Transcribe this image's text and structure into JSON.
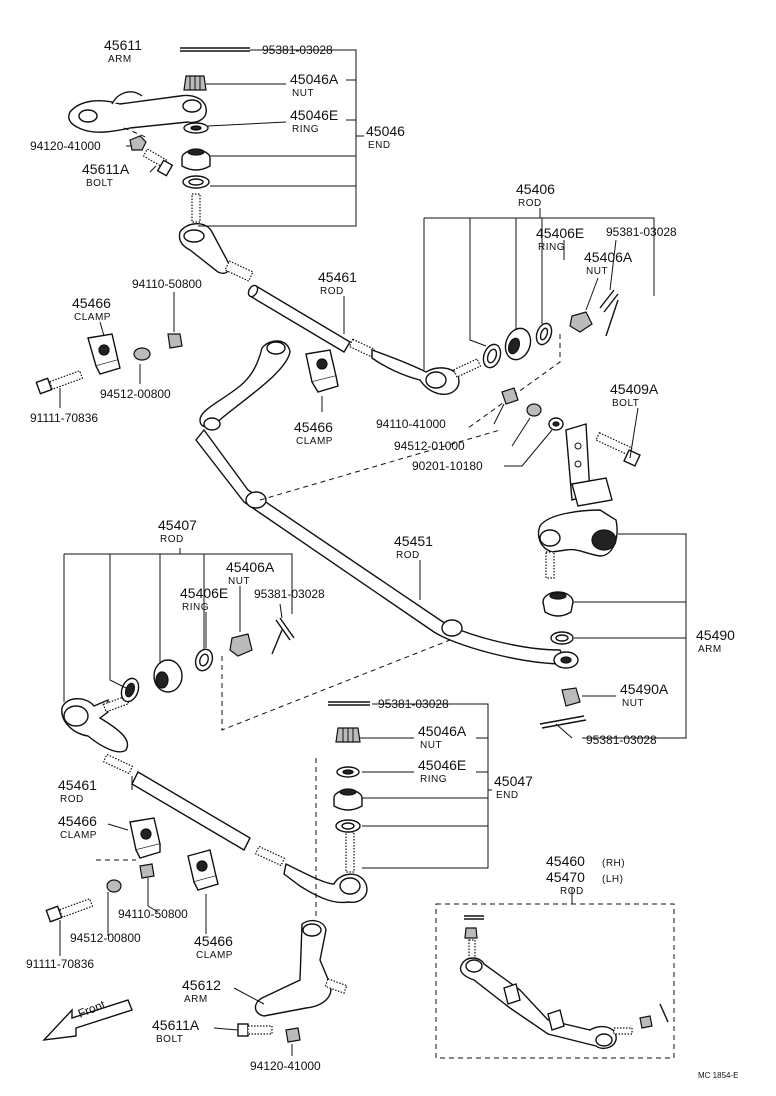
{
  "callouts": [
    {
      "id": "c_95381_a",
      "pn": "95381-03028",
      "label": ""
    },
    {
      "id": "c_45611",
      "pn": "45611",
      "label": "ARM"
    },
    {
      "id": "c_45046A_a",
      "pn": "45046A",
      "label": "NUT"
    },
    {
      "id": "c_45046E_a",
      "pn": "45046E",
      "label": "RING"
    },
    {
      "id": "c_45046",
      "pn": "45046",
      "label": "END"
    },
    {
      "id": "c_94120_a",
      "pn": "94120-41000",
      "label": ""
    },
    {
      "id": "c_45611A_a",
      "pn": "45611A",
      "label": "BOLT"
    },
    {
      "id": "c_45406",
      "pn": "45406",
      "label": "ROD"
    },
    {
      "id": "c_45406E_a",
      "pn": "45406E",
      "label": "RING"
    },
    {
      "id": "c_95381_b",
      "pn": "95381-03028",
      "label": ""
    },
    {
      "id": "c_45406A_a",
      "pn": "45406A",
      "label": "NUT"
    },
    {
      "id": "c_45461_a",
      "pn": "45461",
      "label": "ROD"
    },
    {
      "id": "c_94110_a",
      "pn": "94110-50800",
      "label": ""
    },
    {
      "id": "c_45466_a",
      "pn": "45466",
      "label": "CLAMP"
    },
    {
      "id": "c_94512_a",
      "pn": "94512-00800",
      "label": ""
    },
    {
      "id": "c_91111_a",
      "pn": "91111-70836",
      "label": ""
    },
    {
      "id": "c_45466_b",
      "pn": "45466",
      "label": "CLAMP"
    },
    {
      "id": "c_94110_b",
      "pn": "94110-41000",
      "label": ""
    },
    {
      "id": "c_94512_b",
      "pn": "94512-01000",
      "label": ""
    },
    {
      "id": "c_90201",
      "pn": "90201-10180",
      "label": ""
    },
    {
      "id": "c_45409A",
      "pn": "45409A",
      "label": "BOLT"
    },
    {
      "id": "c_45407",
      "pn": "45407",
      "label": "ROD"
    },
    {
      "id": "c_45406A_b",
      "pn": "45406A",
      "label": "NUT"
    },
    {
      "id": "c_45406E_b",
      "pn": "45406E",
      "label": "RING"
    },
    {
      "id": "c_95381_c",
      "pn": "95381-03028",
      "label": ""
    },
    {
      "id": "c_45451",
      "pn": "45451",
      "label": "ROD"
    },
    {
      "id": "c_45490",
      "pn": "45490",
      "label": "ARM"
    },
    {
      "id": "c_45490A",
      "pn": "45490A",
      "label": "NUT"
    },
    {
      "id": "c_95381_d",
      "pn": "95381-03028",
      "label": ""
    },
    {
      "id": "c_95381_e",
      "pn": "95381-03028",
      "label": ""
    },
    {
      "id": "c_45046A_b",
      "pn": "45046A",
      "label": "NUT"
    },
    {
      "id": "c_45046E_b",
      "pn": "45046E",
      "label": "RING"
    },
    {
      "id": "c_45047",
      "pn": "45047",
      "label": "END"
    },
    {
      "id": "c_45461_b",
      "pn": "45461",
      "label": "ROD"
    },
    {
      "id": "c_45466_c",
      "pn": "45466",
      "label": "CLAMP"
    },
    {
      "id": "c_94110_c",
      "pn": "94110-50800",
      "label": ""
    },
    {
      "id": "c_94512_c",
      "pn": "94512-00800",
      "label": ""
    },
    {
      "id": "c_91111_b",
      "pn": "91111-70836",
      "label": ""
    },
    {
      "id": "c_45466_d",
      "pn": "45466",
      "label": "CLAMP"
    },
    {
      "id": "c_45612",
      "pn": "45612",
      "label": "ARM"
    },
    {
      "id": "c_45611A_b",
      "pn": "45611A",
      "label": "BOLT"
    },
    {
      "id": "c_94120_b",
      "pn": "94120-41000",
      "label": ""
    },
    {
      "id": "c_45460",
      "pn": "45460",
      "label": "(RH)"
    },
    {
      "id": "c_45470",
      "pn": "45470",
      "label": "(LH)"
    },
    {
      "id": "c_rod_rhlh",
      "pn": "",
      "label": "ROD"
    }
  ],
  "front_arrow_text": "Front",
  "figure_code": "MC 1854-E"
}
